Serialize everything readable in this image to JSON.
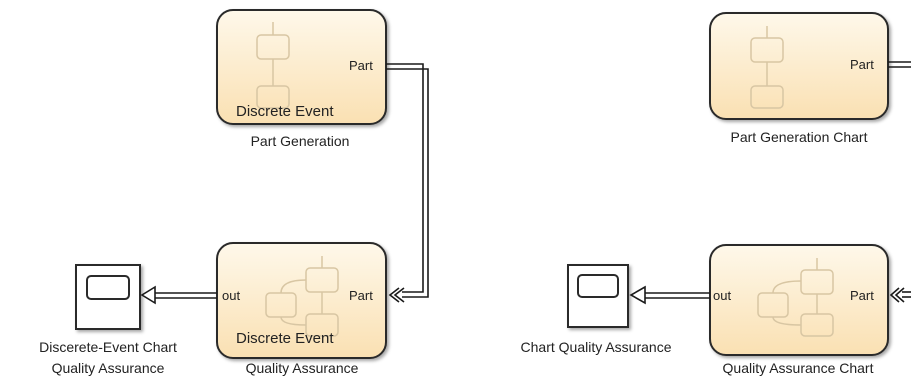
{
  "blocks": {
    "part_generation": {
      "name": "Part Generation",
      "subtitle": "Discrete Event",
      "out_port": "Part"
    },
    "quality_assurance": {
      "name": "Quality Assurance",
      "subtitle": "Discrete Event",
      "in_port": "Part",
      "out_port": "out"
    },
    "scope_left": {
      "name_line1": "Discerete-Event Chart",
      "name_line2": "Quality Assurance"
    },
    "part_generation_chart": {
      "name": "Part Generation Chart",
      "out_port": "Part"
    },
    "quality_assurance_chart": {
      "name": "Quality Assurance Chart",
      "in_port": "Part",
      "out_port": "out"
    },
    "scope_right": {
      "name": "Chart Quality Assurance"
    }
  },
  "colors": {
    "block_fill_top": "#fdf6e6",
    "block_fill_bottom": "#fbe3b8",
    "block_stroke": "#2a2a2a",
    "inner_state_stroke": "#d9c9a8",
    "line": "#1a1a1a"
  }
}
